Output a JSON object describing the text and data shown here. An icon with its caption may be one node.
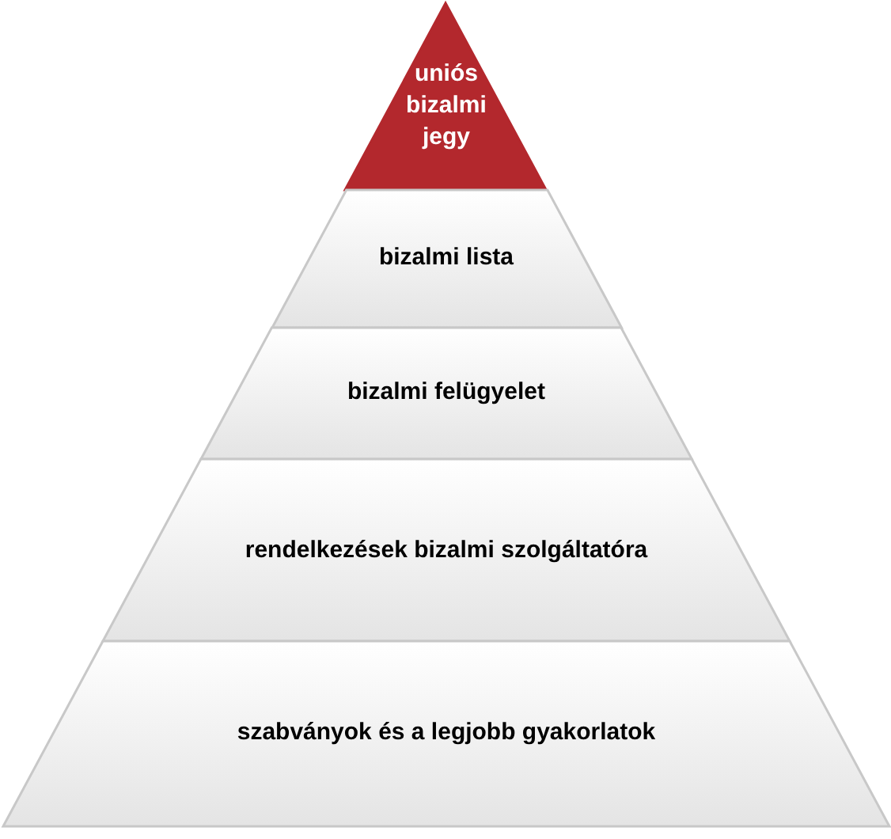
{
  "diagram": {
    "nodes": [
      {
        "text": [
          "uniós bizalmi jegy"
        ]
      },
      {
        "text": [
          "bizalmi lista"
        ]
      },
      {
        "text": [
          "bizalmi felügyelet"
        ]
      },
      {
        "text": [
          "rendelkezések bizalmi szolgáltatóra"
        ]
      },
      {
        "text": [
          "szabványok és a legjobb gyakorlatok"
        ]
      }
    ]
  }
}
